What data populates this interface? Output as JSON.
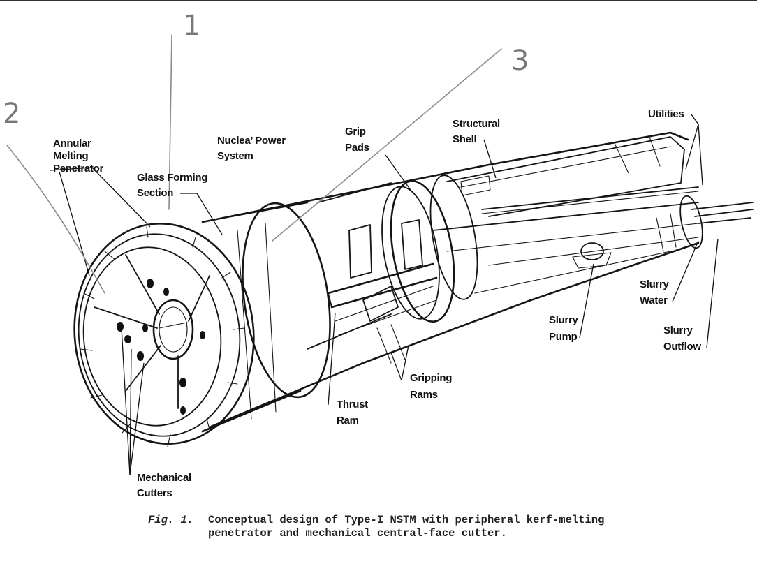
{
  "figure": {
    "labels": {
      "annular": [
        "Annular",
        "Melting",
        "Penetrator"
      ],
      "glass": [
        "Glass Forming",
        "Section"
      ],
      "nuclear": [
        "Nuclea’ Power",
        "System"
      ],
      "grip_pads": [
        "Grip",
        "Pads"
      ],
      "structural": [
        "Structural",
        "Shell"
      ],
      "utilities": "Utilities",
      "slurry_water": [
        "Slurry",
        "Water"
      ],
      "slurry_pump": [
        "Slurry",
        "Pump"
      ],
      "slurry_outflow": [
        "Slurry",
        "Outflow"
      ],
      "gripping_rams": [
        "Gripping",
        "Rams"
      ],
      "thrust_ram": [
        "Thrust",
        "Ram"
      ],
      "mechanical_cutters": [
        "Mechanical",
        "Cutters"
      ]
    },
    "handwritten": {
      "n1": "1",
      "n2": "2",
      "n3": "3"
    }
  },
  "caption": {
    "fig_label": "Fig. 1.",
    "line1": "Conceptual design of Type-I NSTM with peripheral kerf-melting",
    "line2": "penetrator and mechanical central-face cutter."
  }
}
